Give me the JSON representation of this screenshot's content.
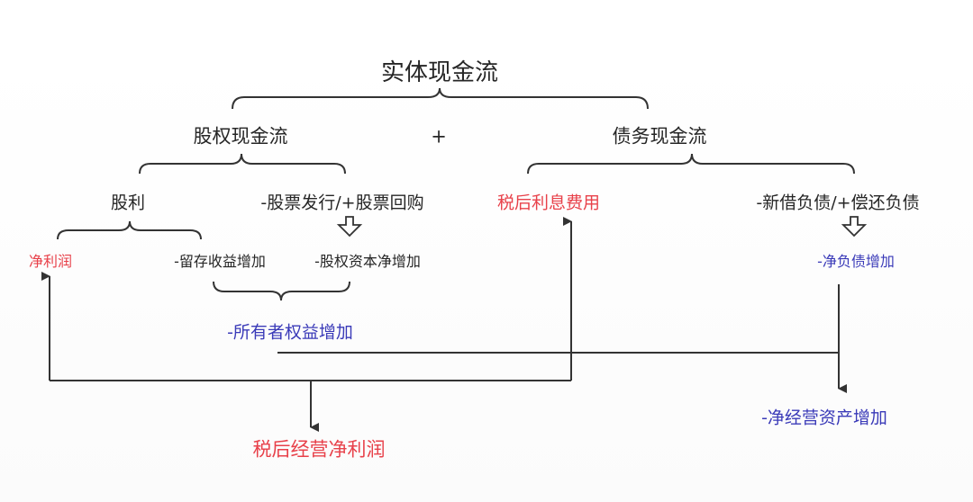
{
  "colors": {
    "line": "#333333",
    "red": "#e8414a",
    "blue": "#3a3ab8",
    "text": "#262626"
  },
  "labels": {
    "entity_cash_flow": "实体现金流",
    "equity_cash_flow": "股权现金流",
    "plus": "+",
    "debt_cash_flow": "债务现金流",
    "dividends": "股利",
    "stock_issue_buyback": "-股票发行/+股票回购",
    "after_tax_interest": "税后利息费用",
    "new_borrow_repay": "-新借负债/+偿还负债",
    "net_profit": "净利润",
    "retained_earnings_increase": "-留存收益增加",
    "equity_capital_net_increase": "-股权资本净增加",
    "net_debt_increase": "-净负债增加",
    "owners_equity_increase": "-所有者权益增加",
    "net_operating_assets_increase": "-净经营资产增加",
    "after_tax_operating_net_profit": "税后经营净利润"
  }
}
